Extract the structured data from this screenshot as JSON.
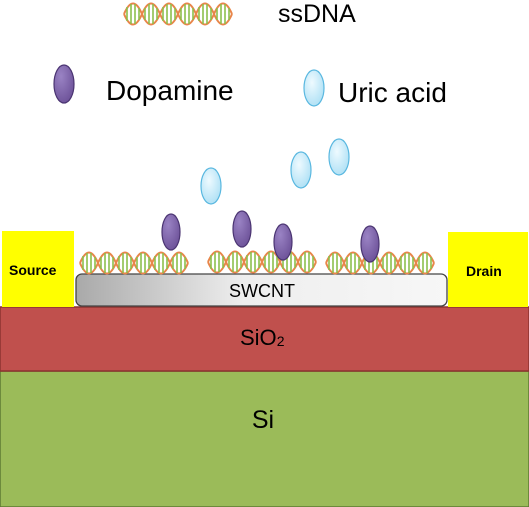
{
  "legend": {
    "ssdna_label": "ssDNA",
    "dopamine_label": "Dopamine",
    "uric_acid_label": "Uric acid"
  },
  "device": {
    "source_label": "Source",
    "drain_label": "Drain",
    "channel_label": "SWCNT",
    "oxide_label_main": "SiO",
    "oxide_label_sub": "2",
    "substrate_label": "Si"
  },
  "colors": {
    "electrode": "#ffff00",
    "oxide": "#c0504d",
    "substrate": "#9bbb59",
    "dopamine": "#7f64a8",
    "uric_acid": "#c9ecfa",
    "dna_orange": "#e8864a",
    "dna_green": "#8cbf4c"
  }
}
